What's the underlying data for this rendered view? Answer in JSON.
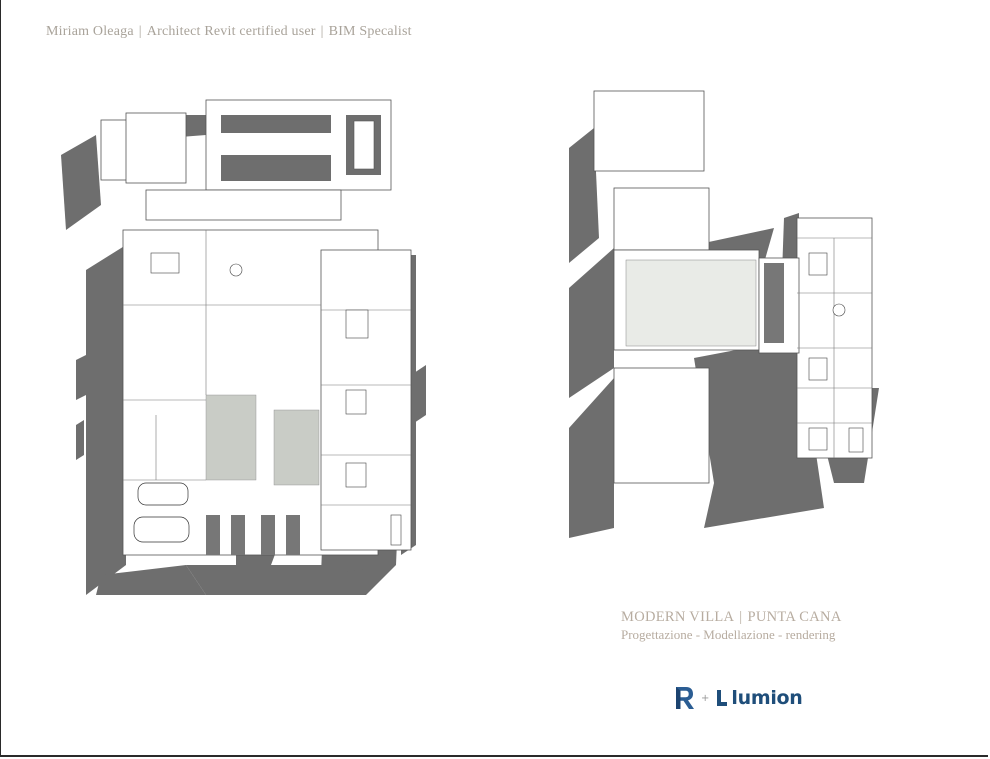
{
  "header": {
    "name": "Miriam Oleaga",
    "role": "Architect Revit certified user",
    "specialty": "BIM Specalist",
    "separator": "|"
  },
  "project": {
    "name": "MODERN VILLA",
    "location": "PUNTA CANA",
    "separator": "|",
    "subtitle": "Progettazione - Modellazione - rendering"
  },
  "logos": {
    "plus": "+",
    "lumion": "lumion",
    "revit_icon": "revit-r-icon",
    "lumion_icon": "lumion-mark-icon"
  },
  "colors": {
    "header_text": "#a9a39a",
    "project_text": "#b7aca0",
    "shadow": "#6e6e6e",
    "lumion_blue": "#1f4e7a",
    "revit_blue": "#2b5d93"
  }
}
